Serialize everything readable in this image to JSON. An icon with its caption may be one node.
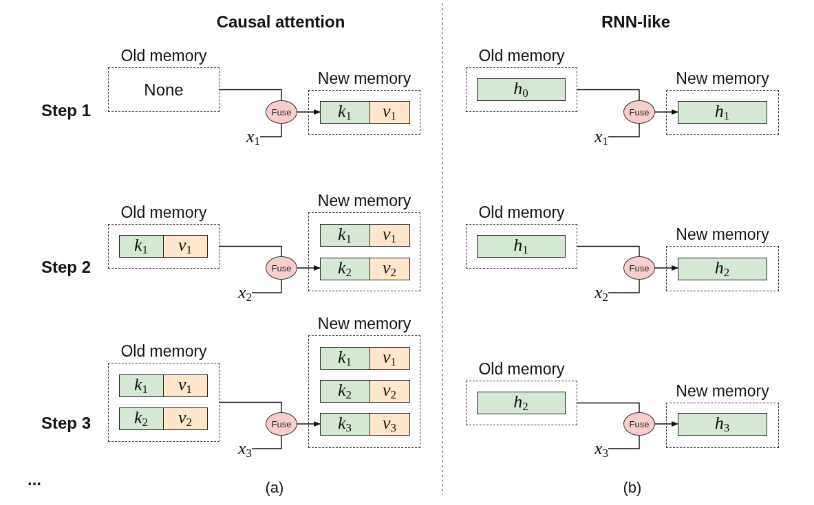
{
  "diagram": {
    "nodes": [
      {
        "text": [
          "Old memory",
          "None"
        ]
      },
      {
        "text": [
          "Fuse"
        ]
      },
      {
        "text": [
          "*x*$_{1}$"
        ]
      },
      {
        "text": [
          "New memory"
        ]
      },
      {
        "text": [
          "*k*$_{1}$"
        ],
        "in": 3
      },
      {
        "text": [
          "*v*$_{1}$"
        ],
        "in": 3
      },
      {
        "text": [
          "Old memory"
        ]
      },
      {
        "text": [
          "*h*$_{0}$"
        ],
        "in": 6
      },
      {
        "text": [
          "Fuse"
        ]
      },
      {
        "text": [
          "*x*$_{1}$"
        ]
      },
      {
        "text": [
          "New memory"
        ]
      },
      {
        "text": [
          "*h*$_{1}$"
        ],
        "in": 10
      },
      {
        "text": [
          "Old memory"
        ]
      },
      {
        "text": [
          "*k*$_{1}$"
        ],
        "in": 12
      },
      {
        "text": [
          "*v*$_{1}$"
        ],
        "in": 12
      },
      {
        "text": [
          "Fuse"
        ]
      },
      {
        "text": [
          "*x*$_{2}$"
        ]
      },
      {
        "text": [
          "New memory"
        ]
      },
      {
        "text": [
          "*k*$_{1}$"
        ],
        "in": 17
      },
      {
        "text": [
          "*v*$_{1}$"
        ],
        "in": 17
      },
      {
        "text": [
          "*k*$_{2}$"
        ],
        "in": 17
      },
      {
        "text": [
          "*v*$_{2}$"
        ],
        "in": 17
      },
      {
        "text": [
          "Old memory"
        ]
      },
      {
        "text": [
          "*h*$_{1}$"
        ],
        "in": 22
      },
      {
        "text": [
          "Fuse"
        ]
      },
      {
        "text": [
          "*x*$_{2}$"
        ]
      },
      {
        "text": [
          "New memory"
        ]
      },
      {
        "text": [
          "*h*$_{2}$"
        ],
        "in": 26
      },
      {
        "text": [
          "Old memory"
        ]
      },
      {
        "text": [
          "*k*$_{1}$"
        ],
        "in": 28
      },
      {
        "text": [
          "*v*$_{1}$"
        ],
        "in": 28
      },
      {
        "text": [
          "*k*$_{2}$"
        ],
        "in": 28
      },
      {
        "text": [
          "*v*$_{2}$"
        ],
        "in": 28
      },
      {
        "text": [
          "Fuse"
        ]
      },
      {
        "text": [
          "*x*$_{3}$"
        ]
      },
      {
        "text": [
          "New memory"
        ]
      },
      {
        "text": [
          "*k*$_{1}$"
        ],
        "in": 35
      },
      {
        "text": [
          "*v*$_{1}$"
        ],
        "in": 35
      },
      {
        "text": [
          "*k*$_{2}$"
        ],
        "in": 35
      },
      {
        "text": [
          "*v*$_{2}$"
        ],
        "in": 35
      },
      {
        "text": [
          "*k*$_{3}$"
        ],
        "in": 35
      },
      {
        "text": [
          "*v*$_{3}$"
        ],
        "in": 35
      },
      {
        "text": [
          "Old memory"
        ]
      },
      {
        "text": [
          "*h*$_{2}$"
        ],
        "in": 42
      },
      {
        "text": [
          "Fuse"
        ]
      },
      {
        "text": [
          "*x*$_{3}$"
        ]
      },
      {
        "text": [
          "New memory"
        ]
      },
      {
        "text": [
          "*h*$_{3}$"
        ],
        "in": 46
      }
    ],
    "edges": [
      {
        "from": 0,
        "to": 1,
        "arrow": "none"
      },
      {
        "from": 2,
        "to": 1,
        "arrow": "none"
      },
      {
        "from": 1,
        "to": 4,
        "arrow": "to"
      },
      {
        "from": 6,
        "to": 8,
        "arrow": "none"
      },
      {
        "from": 9,
        "to": 8,
        "arrow": "none"
      },
      {
        "from": 8,
        "to": 11,
        "arrow": "to"
      },
      {
        "from": 12,
        "to": 15,
        "arrow": "none"
      },
      {
        "from": 16,
        "to": 15,
        "arrow": "none"
      },
      {
        "from": 15,
        "to": 20,
        "arrow": "to"
      },
      {
        "from": 22,
        "to": 24,
        "arrow": "none"
      },
      {
        "from": 25,
        "to": 24,
        "arrow": "none"
      },
      {
        "from": 24,
        "to": 27,
        "arrow": "to"
      },
      {
        "from": 28,
        "to": 33,
        "arrow": "none"
      },
      {
        "from": 34,
        "to": 33,
        "arrow": "none"
      },
      {
        "from": 33,
        "to": 40,
        "arrow": "to"
      },
      {
        "from": 42,
        "to": 44,
        "arrow": "none"
      },
      {
        "from": 45,
        "to": 44,
        "arrow": "none"
      },
      {
        "from": 44,
        "to": 47,
        "arrow": "to"
      }
    ],
    "labels": [
      "Causal attention",
      "RNN-like",
      "Step 1",
      "Step 2",
      "Step 3",
      "...",
      "(a)",
      "(b)"
    ]
  }
}
